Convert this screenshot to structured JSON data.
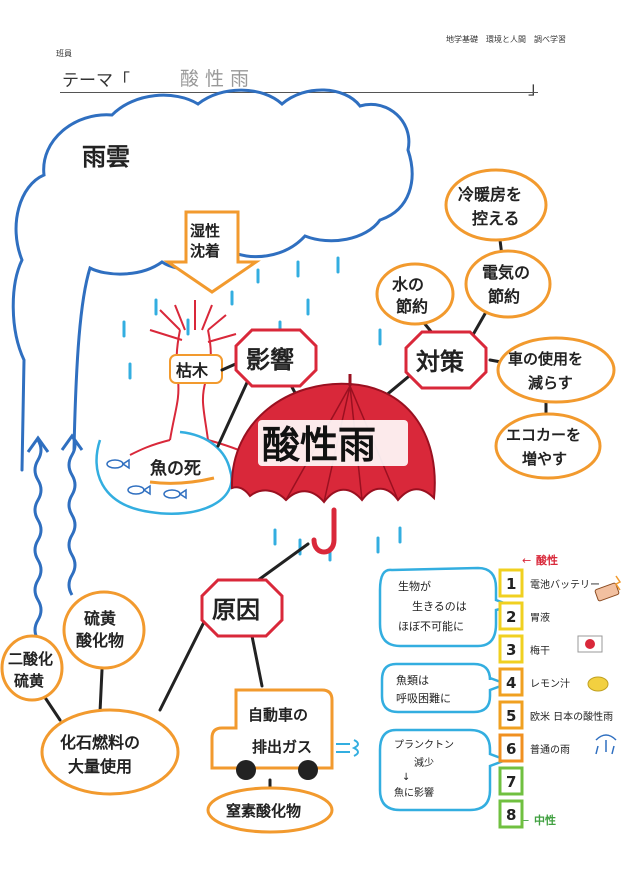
{
  "header": {
    "subject": "地学基礎　環境と人間　調べ学習",
    "class_label": "班員",
    "theme_label": "テーマ「",
    "theme_value": "酸性雨",
    "theme_close": "」"
  },
  "center": {
    "title": "酸性雨"
  },
  "cloud": {
    "label": "雨雲"
  },
  "deposition": {
    "line1": "湿性",
    "line2": "沈着"
  },
  "nodes": {
    "eikyo": "影響",
    "taisaku": "対策",
    "genin": "原因",
    "kareki": "枯木",
    "sakana": "魚の死"
  },
  "countermeasures": [
    {
      "line1": "水の",
      "line2": "節約"
    },
    {
      "line1": "冷暖房を",
      "line2": "控える"
    },
    {
      "line1": "電気の",
      "line2": "節約"
    },
    {
      "line1": "車の使用を",
      "line2": "減らす"
    },
    {
      "line1": "エコカーを",
      "line2": "増やす"
    }
  ],
  "causes": {
    "iou": {
      "line1": "硫黄",
      "line2": "酸化物"
    },
    "niso": {
      "line1": "二酸化",
      "line2": "硫黄"
    },
    "kaseki": {
      "line1": "化石燃料の",
      "line2": "大量使用"
    },
    "car": {
      "line1": "自動車の",
      "line2": "排出ガス"
    },
    "chisso": "窒素酸化物"
  },
  "bubbles": [
    {
      "line1": "生物が",
      "line2": "生きるのは",
      "line3": "ほぼ不可能に"
    },
    {
      "line1": "魚類は",
      "line2": "呼吸困難に"
    },
    {
      "line1": "プランクトン",
      "line2": "減少",
      "line3": "魚に影響"
    }
  ],
  "ph_scale": {
    "acid_label": "酸性",
    "neutral_label": "中性",
    "items": [
      {
        "n": "1",
        "label": "電池バッテリー",
        "color": "#f0d020"
      },
      {
        "n": "2",
        "label": "胃液",
        "color": "#f0d020"
      },
      {
        "n": "3",
        "label": "梅干",
        "color": "#f0d020"
      },
      {
        "n": "4",
        "label": "レモン汁",
        "color": "#f0a020"
      },
      {
        "n": "5",
        "label": "欧米 日本の酸性雨",
        "color": "#f0a020"
      },
      {
        "n": "6",
        "label": "普通の雨",
        "color": "#f09020"
      },
      {
        "n": "7",
        "label": "",
        "color": "#70c040"
      },
      {
        "n": "8",
        "label": "",
        "color": "#70c040"
      }
    ]
  },
  "colors": {
    "orange": "#f29a2e",
    "red": "#d9283a",
    "blue": "#2f6fc0",
    "lightblue": "#33aee0",
    "brown": "#7a3a1a"
  }
}
